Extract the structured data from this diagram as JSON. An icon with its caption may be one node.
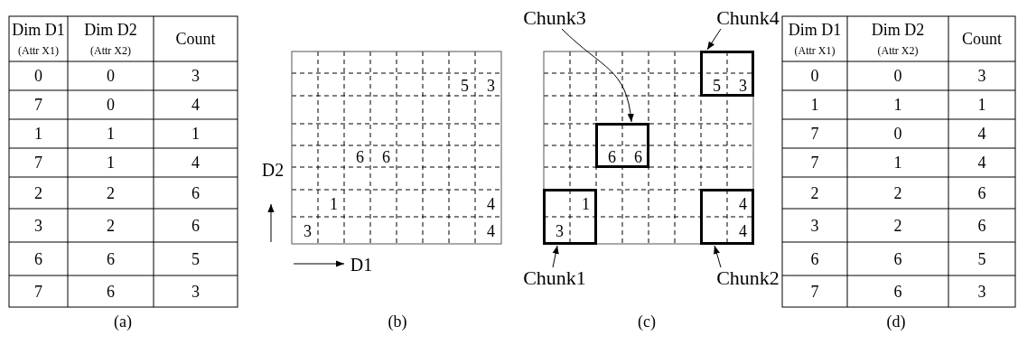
{
  "diagram": {
    "nodes": [
      {
        "text": [
          "Chunk3"
        ]
      },
      {
        "text": [
          "Chunk4"
        ]
      },
      {
        "text": [],
        "shape": "box"
      },
      {
        "text": [],
        "shape": "box"
      },
      {
        "text": [],
        "shape": "box"
      },
      {
        "text": [],
        "shape": "box"
      },
      {
        "text": [
          "Chunk1"
        ]
      },
      {
        "text": [
          "Chunk2"
        ]
      }
    ],
    "edges": [
      {
        "from": 0,
        "to": 3,
        "arrow": "to"
      },
      {
        "from": 1,
        "to": 2,
        "arrow": "to"
      },
      {
        "from": 6,
        "to": 4,
        "arrow": "to"
      },
      {
        "from": 7,
        "to": 5,
        "arrow": "to"
      }
    ],
    "labels": [
      "Dim D1",
      "(Attr X1)",
      "Dim D2",
      "(Attr X2)",
      "Count",
      "0",
      "0",
      "3",
      "7",
      "0",
      "4",
      "1",
      "1",
      "1",
      "7",
      "1",
      "4",
      "2",
      "2",
      "6",
      "3",
      "2",
      "6",
      "6",
      "6",
      "5",
      "7",
      "6",
      "3",
      "5",
      "3",
      "6",
      "6",
      "D2",
      "1",
      "4",
      "3",
      "4",
      "D1",
      "5",
      "3",
      "6",
      "6",
      "1",
      "4",
      "3",
      "4",
      "Dim D1",
      "(Attr X1)",
      "Dim D2",
      "(Attr X2)",
      "Count",
      "0",
      "0",
      "3",
      "1",
      "1",
      "1",
      "7",
      "0",
      "4",
      "7",
      "1",
      "4",
      "2",
      "2",
      "6",
      "3",
      "2",
      "6",
      "6",
      "6",
      "5",
      "7",
      "6",
      "3",
      "(a)",
      "(b)",
      "(c)",
      "(d)"
    ]
  }
}
